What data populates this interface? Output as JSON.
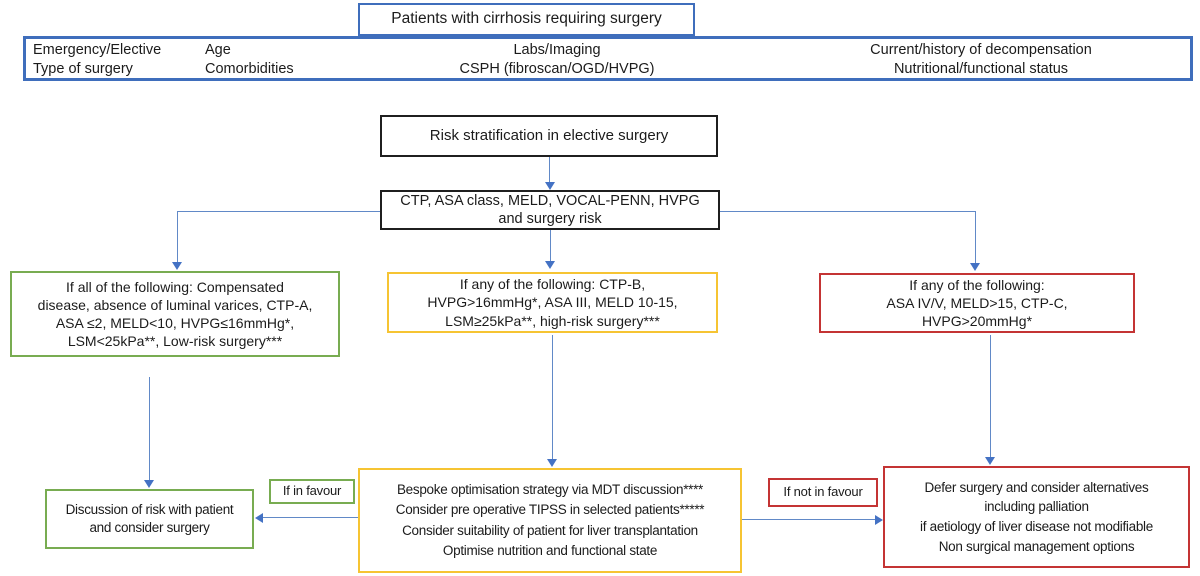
{
  "colors": {
    "box_border_blue": "#3f6ebc",
    "box_border_black": "#1f1f1f",
    "box_border_green": "#78ac51",
    "box_border_yellow": "#f6c433",
    "box_border_red": "#c43434",
    "connector_blue": "#4472c4",
    "text": "#1b1b1b"
  },
  "flowchart": {
    "title_box": "Patients with cirrhosis requiring surgery",
    "assessment_box": {
      "surgery_col": [
        "Emergency/Elective",
        "Type of surgery"
      ],
      "patient_col": [
        "Age",
        "Comorbidities"
      ],
      "labs_col": [
        "Labs/Imaging",
        "CSPH (fibroscan/OGD/HVPG)"
      ],
      "decompensation_col": [
        "Current/history of decompensation",
        "Nutritional/functional status"
      ]
    },
    "risk_stratification_box": "Risk stratification in elective surgery",
    "scores_box": [
      "CTP, ASA class, MELD, VOCAL-PENN, HVPG",
      "and surgery risk"
    ],
    "low_risk_box": [
      "If all of the following: Compensated",
      "disease, absence of luminal varices, CTP-A,",
      "ASA ≤2, MELD<10, HVPG≤16mmHg*,",
      "LSM<25kPa**, Low-risk surgery***"
    ],
    "intermediate_risk_box": [
      "If any of the following: CTP-B,",
      "HVPG>16mmHg*, ASA III, MELD 10-15,",
      "LSM≥25kPa**, high-risk surgery***"
    ],
    "high_risk_box": [
      "If any of the following:",
      "ASA IV/V, MELD>15, CTP-C,",
      "HVPG>20mmHg*"
    ],
    "discussion_box": [
      "Discussion of risk with patient",
      "and consider surgery"
    ],
    "if_in_favour_label": "If in favour",
    "mdt_box": [
      "Bespoke optimisation strategy via MDT discussion****",
      "Consider pre operative TIPSS in selected patients*****",
      "Consider suitability of patient for liver transplantation",
      "Optimise nutrition and functional state"
    ],
    "if_not_in_favour_label": "If not in favour",
    "defer_box": [
      "Defer surgery and consider alternatives",
      "including palliation",
      "if aetiology of liver disease not modifiable",
      "Non surgical management options"
    ]
  }
}
